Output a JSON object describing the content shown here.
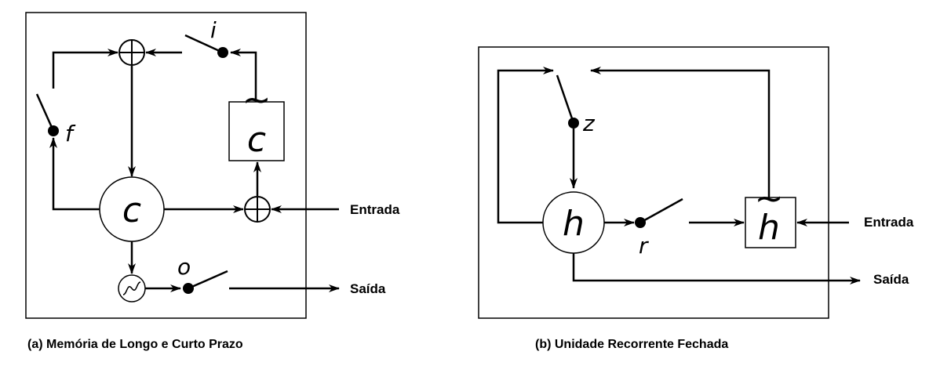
{
  "lstm": {
    "caption": "(a) Memória de Longo e Curto Prazo",
    "cell": "c",
    "candidate": "c",
    "candidate_accent": "~",
    "gate_input": "i",
    "gate_forget": "f",
    "gate_output": "o",
    "input_label": "Entrada",
    "output_label": "Saída"
  },
  "gru": {
    "caption": "(b) Unidade Recorrente Fechada",
    "hidden": "h",
    "candidate": "h",
    "candidate_accent": "~",
    "gate_update": "z",
    "gate_reset": "r",
    "input_label": "Entrada",
    "output_label": "Saída"
  }
}
